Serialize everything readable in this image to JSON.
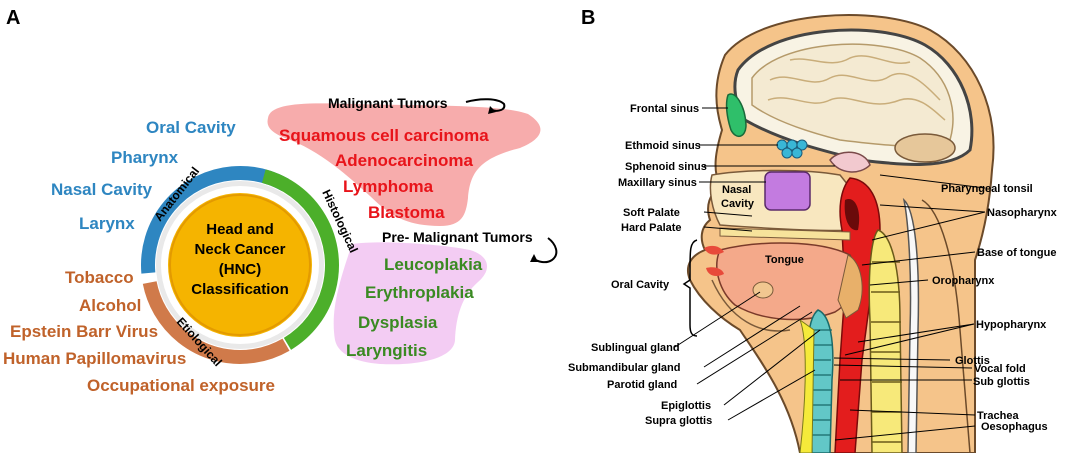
{
  "panel_a": {
    "letter": "A",
    "center": [
      "Head and",
      "Neck Cancer",
      "(HNC)",
      "Classification"
    ],
    "ring_labels": {
      "anatomical": "Anatomical",
      "histological": "Histological",
      "etiological": "Etiological"
    },
    "anatomical_items": [
      "Oral Cavity",
      "Pharynx",
      "Nasal Cavity",
      "Larynx"
    ],
    "etiological_items": [
      "Tobacco",
      "Alcohol",
      "Epstein Barr Virus",
      "Human Papillomavirus",
      "Occupational exposure"
    ],
    "malignant_title": "Malignant Tumors",
    "malignant_items": [
      "Squamous cell carcinoma",
      "Adenocarcinoma",
      "Lymphoma",
      "Blastoma"
    ],
    "premalignant_title": "Pre- Malignant Tumors",
    "premalignant_items": [
      "Leucoplakia",
      "Erythroplakia",
      "Dysplasia",
      "Laryngitis"
    ],
    "colors": {
      "anatomical": "#2e86c1",
      "histological": "#2e8b2e",
      "etiological": "#c0622a",
      "malignant": "#e8141a",
      "premalignant": "#3a8a22",
      "center": "#f5b400"
    }
  },
  "panel_b": {
    "letter": "B",
    "left_labels": [
      "Frontal sinus",
      "Ethmoid sinus",
      "Sphenoid sinus",
      "Maxillary sinus",
      "Soft Palate",
      "Hard Palate",
      "Oral Cavity",
      "Sublingual gland",
      "Submandibular gland",
      "Parotid gland",
      "Epiglottis",
      "Supra glottis"
    ],
    "right_labels": [
      "Pharyngeal tonsil",
      "Nasopharynx",
      "Base of tongue",
      "Oropharynx",
      "Hypopharynx",
      "Glottis",
      "Vocal fold",
      "Sub glottis",
      "Trachea",
      "Oesophagus"
    ],
    "inner_labels": {
      "nasal_cavity": [
        "Nasal",
        "Cavity"
      ],
      "tongue": "Tongue"
    }
  }
}
